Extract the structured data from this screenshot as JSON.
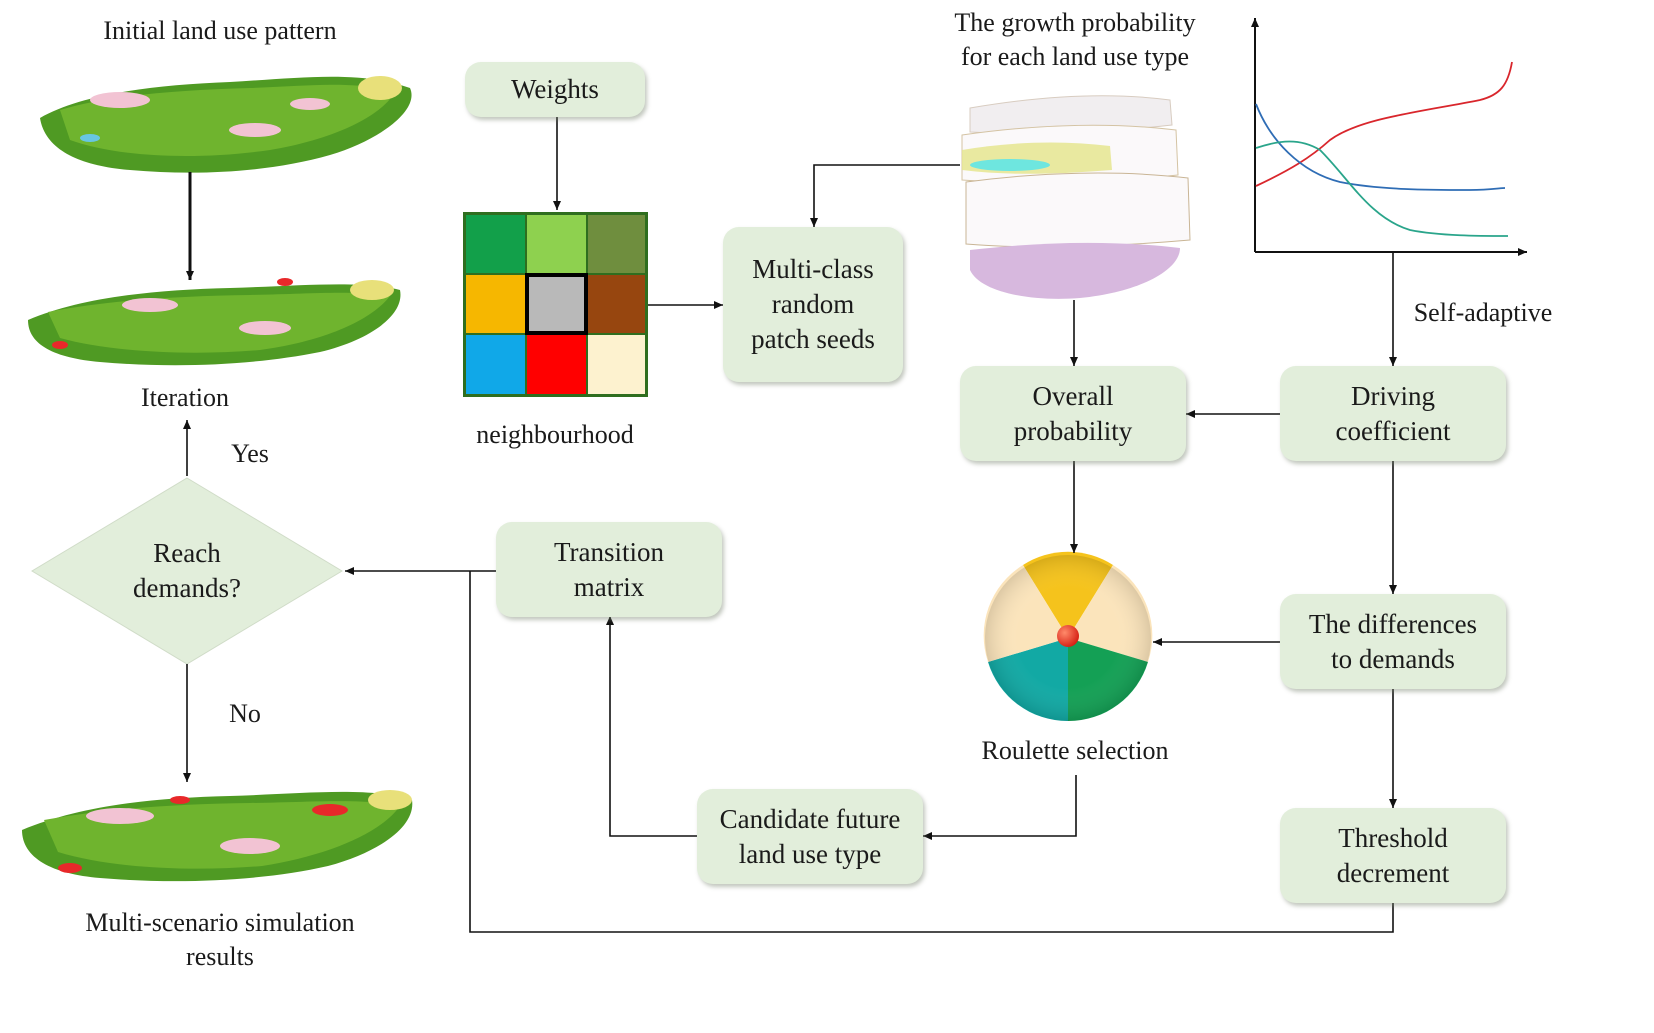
{
  "labels": {
    "initial": "Initial land use pattern",
    "iteration": "Iteration",
    "results_line1": "Multi-scenario simulation",
    "results_line2": "results",
    "yes": "Yes",
    "no": "No",
    "neighbourhood": "neighbourhood",
    "growth_line1": "The growth probability",
    "growth_line2": "for each land use type",
    "self_adaptive": "Self-adaptive",
    "roulette": "Roulette selection"
  },
  "boxes": {
    "weights": "Weights",
    "patch_seeds": [
      "Multi-class",
      "random",
      "patch seeds"
    ],
    "overall_probability": [
      "Overall",
      "probability"
    ],
    "driving_coefficient": [
      "Driving",
      "coefficient"
    ],
    "differences": [
      "The differences",
      "to demands"
    ],
    "threshold": [
      "Threshold",
      "decrement"
    ],
    "candidate": [
      "Candidate future",
      "land use type"
    ],
    "transition": [
      "Transition",
      "matrix"
    ],
    "reach_demands": [
      "Reach",
      "demands?"
    ]
  },
  "colors": {
    "box_fill": "#e2eedb",
    "neighbourhood_cells": [
      "#12a04a",
      "#8ed14f",
      "#6f8e3e",
      "#f6b700",
      "#b9b9b9",
      "#97460f",
      "#10a8e8",
      "#ff0000",
      "#fdf2cf"
    ],
    "curve_red": "#d9262c",
    "curve_blue": "#2f6db5",
    "curve_teal": "#2aa58b",
    "roulette_yellow": "#f5c31c",
    "roulette_cream": "#fbe4bb",
    "roulette_teal": "#12a9a4",
    "roulette_green": "#14a055",
    "roulette_ball": "#e8261b"
  }
}
